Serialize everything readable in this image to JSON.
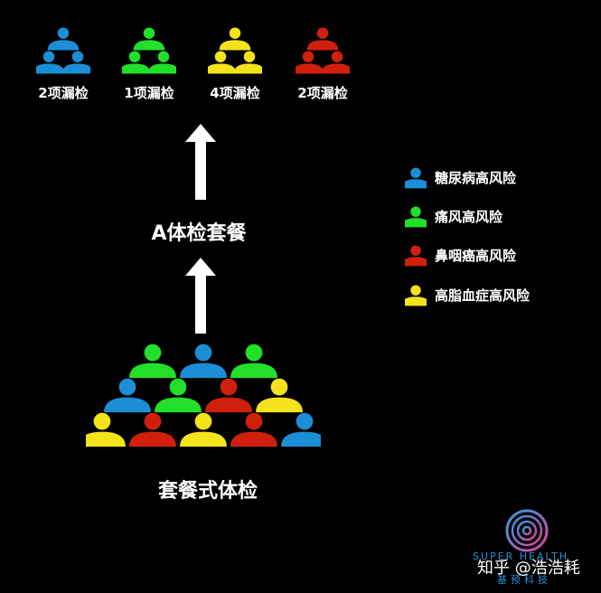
{
  "colors": {
    "blue": "#1a8fd6",
    "green": "#22e02a",
    "yellow": "#f4e31a",
    "red": "#d0200d",
    "arrow": "#ffffff",
    "background": "#000000"
  },
  "groups": [
    {
      "label": "2项漏检",
      "top": "blue",
      "left": "blue",
      "right": "blue"
    },
    {
      "label": "1项漏检",
      "top": "green",
      "left": "green",
      "right": "green"
    },
    {
      "label": "4项漏检",
      "top": "yellow",
      "left": "yellow",
      "right": "yellow"
    },
    {
      "label": "2项漏检",
      "top": "red",
      "left": "red",
      "right": "red"
    }
  ],
  "middle_label": "A体检套餐",
  "bottom_label": "套餐式体检",
  "pyramid_rows": [
    [
      "green",
      "blue",
      "green"
    ],
    [
      "blue",
      "green",
      "red",
      "yellow"
    ],
    [
      "yellow",
      "red",
      "yellow",
      "red",
      "blue"
    ]
  ],
  "legend": [
    {
      "color": "blue",
      "label": "糖尿病高风险"
    },
    {
      "color": "green",
      "label": "痛风高风险"
    },
    {
      "color": "red",
      "label": "鼻咽癌高风险"
    },
    {
      "color": "yellow",
      "label": "高脂血症高风险"
    }
  ],
  "watermark": {
    "text": "知乎 @浩浩耗",
    "brand_en": "SUPER HEALTH",
    "brand_cn": "基预科技",
    "logo_icon": "fingerprint-icon"
  }
}
